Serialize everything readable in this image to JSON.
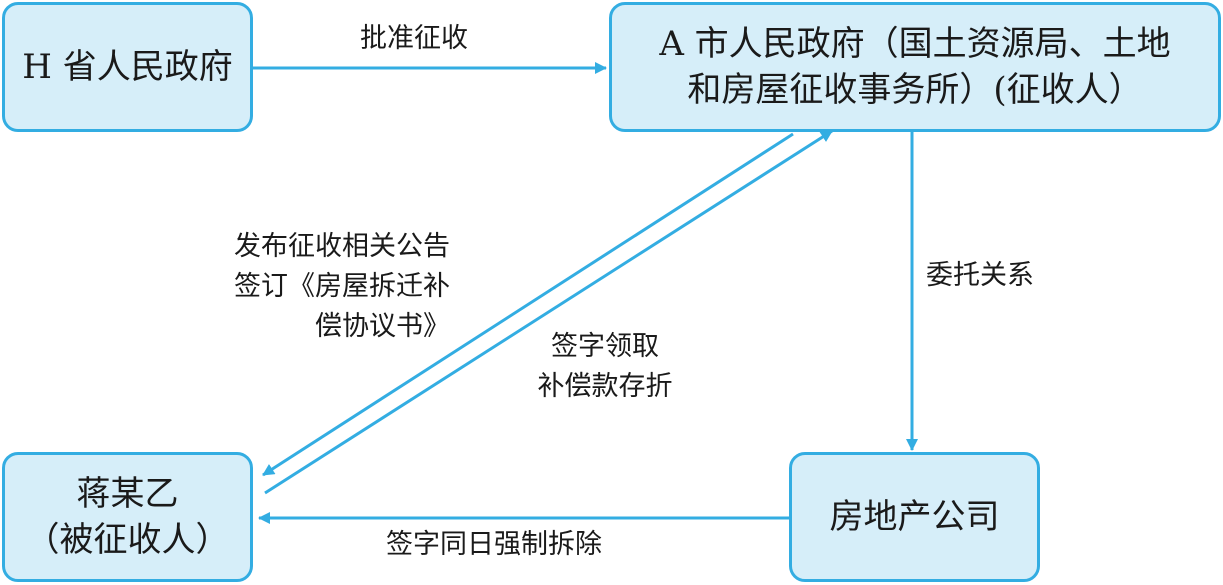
{
  "nodes": {
    "province": "H 省人民政府",
    "city_line1": "A 市人民政府（国土资源局、土地",
    "city_line2": "和房屋征收事务所）(征收人）",
    "resident_line1": "蒋某乙",
    "resident_line2": "（被征收人）",
    "company": "房地产公司"
  },
  "edges": {
    "approve": "批准征收",
    "entrust": "委托关系",
    "announce_line1": "发布征收相关公告",
    "announce_line2": "签订《房屋拆迁补",
    "announce_line3": "偿协议书》",
    "sign_line1": "签字领取",
    "sign_line2": "补偿款存折",
    "demolish": "签字同日强制拆除"
  },
  "colors": {
    "box_fill": "#d6eef9",
    "box_border": "#33ade2",
    "arrow": "#33ade2"
  }
}
